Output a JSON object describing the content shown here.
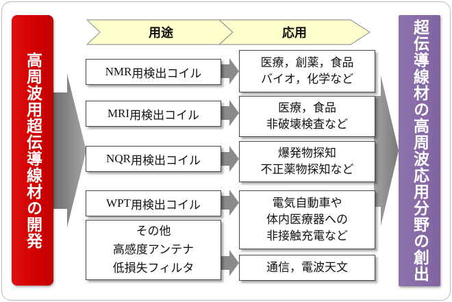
{
  "left_box": {
    "text": "高周波用超伝導線材の開発"
  },
  "right_box": {
    "text": "超伝導線材の高周波応用分野の創出"
  },
  "headers": {
    "use": "用途",
    "application": "応用"
  },
  "rows": [
    {
      "use_prefix": "NMR",
      "use_suffix": "用検出コイル",
      "application_lines": [
        "医療，創薬，食品",
        "バイオ，化学など"
      ]
    },
    {
      "use_prefix": "MRI",
      "use_suffix": "用検出コイル",
      "application_lines": [
        "医療，食品",
        "非破壊検査など"
      ]
    },
    {
      "use_prefix": "NQR",
      "use_suffix": "用検出コイル",
      "application_lines": [
        "爆発物探知",
        "不正薬物探知など"
      ]
    },
    {
      "use_prefix": "WPT",
      "use_suffix": "用検出コイル",
      "application_lines": [
        "電気自動車や",
        "体内医療器への",
        "非接触充電など"
      ]
    }
  ],
  "other_use": {
    "lines": [
      "その他",
      "高感度アンテナ",
      "低損失フィルタ"
    ],
    "application": "通信，電波天文"
  },
  "colors": {
    "left_box": "#d00000",
    "right_box": "#8064a2",
    "header_arrow": "#ffffcc",
    "flow_arrow": "#8c8c8c"
  }
}
